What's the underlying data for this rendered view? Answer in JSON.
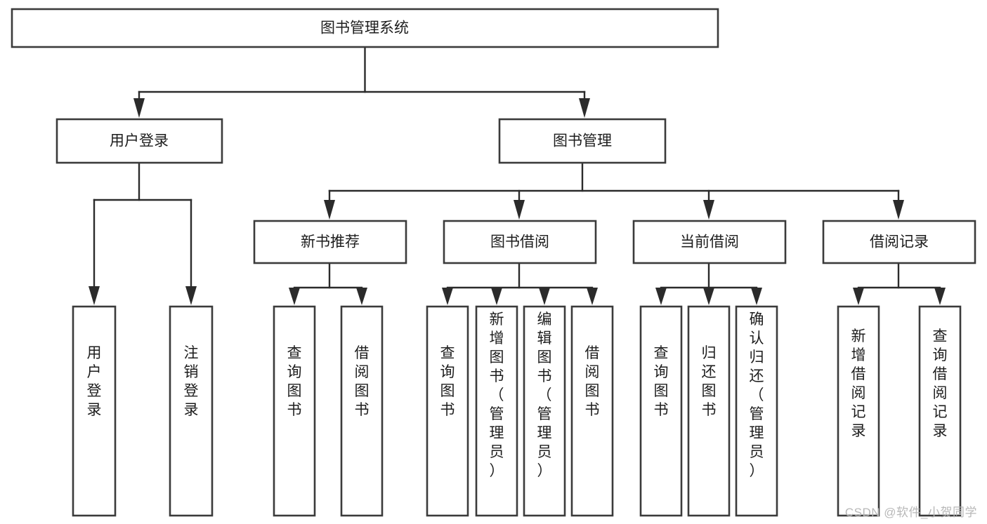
{
  "diagram": {
    "title": "图书管理系统",
    "type": "hierarchy-tree",
    "colors": {
      "box_stroke": "#3b3b3b",
      "box_fill": "#ffffff",
      "line": "#2b2b2b",
      "text": "#1d1d1d",
      "background": "#ffffff",
      "watermark": "#b8b8b8"
    },
    "levels": {
      "root": {
        "label": "图书管理系统",
        "orientation": "horizontal"
      },
      "level2": [
        {
          "label": "用户登录",
          "orientation": "horizontal"
        },
        {
          "label": "图书管理",
          "orientation": "horizontal"
        }
      ],
      "level3": [
        {
          "label": "新书推荐",
          "orientation": "horizontal"
        },
        {
          "label": "图书借阅",
          "orientation": "horizontal"
        },
        {
          "label": "当前借阅",
          "orientation": "horizontal"
        },
        {
          "label": "借阅记录",
          "orientation": "horizontal"
        }
      ],
      "leaves": {
        "user_login": [
          {
            "label": "用户登录",
            "orientation": "vertical"
          },
          {
            "label": "注销登录",
            "orientation": "vertical"
          }
        ],
        "new_book_recommend": [
          {
            "label": "查询图书",
            "orientation": "vertical"
          },
          {
            "label": "借阅图书",
            "orientation": "vertical"
          }
        ],
        "book_borrow": [
          {
            "label": "查询图书",
            "orientation": "vertical"
          },
          {
            "label": "新增图书（管理员）",
            "orientation": "vertical"
          },
          {
            "label": "编辑图书（管理员）",
            "orientation": "vertical"
          },
          {
            "label": "借阅图书",
            "orientation": "vertical"
          }
        ],
        "current_borrow": [
          {
            "label": "查询图书",
            "orientation": "vertical"
          },
          {
            "label": "归还图书",
            "orientation": "vertical"
          },
          {
            "label": "确认归还（管理员）",
            "orientation": "vertical"
          }
        ],
        "borrow_record": [
          {
            "label": "新增借阅记录",
            "orientation": "vertical"
          },
          {
            "label": "查询借阅记录",
            "orientation": "vertical"
          }
        ]
      }
    }
  },
  "watermark": {
    "text": "CSDN @软件_小贺同学"
  }
}
